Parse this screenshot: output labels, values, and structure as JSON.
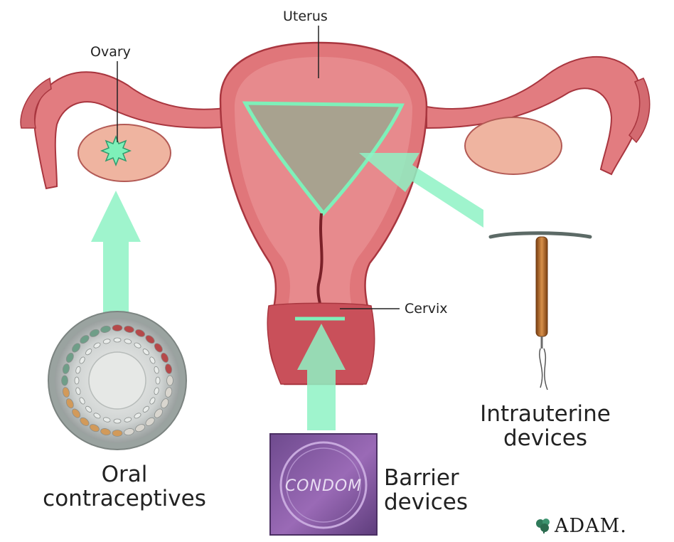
{
  "labels": {
    "uterus": "Uterus",
    "ovary": "Ovary",
    "cervix": "Cervix",
    "oral_line1": "Oral",
    "oral_line2": "contraceptives",
    "barrier_line1": "Barrier",
    "barrier_line2": "devices",
    "iud_line1": "Intrauterine",
    "iud_line2": "devices"
  },
  "condom_text": "CONDOM",
  "logo": "ADAM.",
  "colors": {
    "tissue": "#e0767a",
    "tissue_dark": "#b8434c",
    "arrow": "#8ef2c4",
    "condom_wrapper": "#8a5aa6",
    "iud_body": "#b86a2a"
  }
}
